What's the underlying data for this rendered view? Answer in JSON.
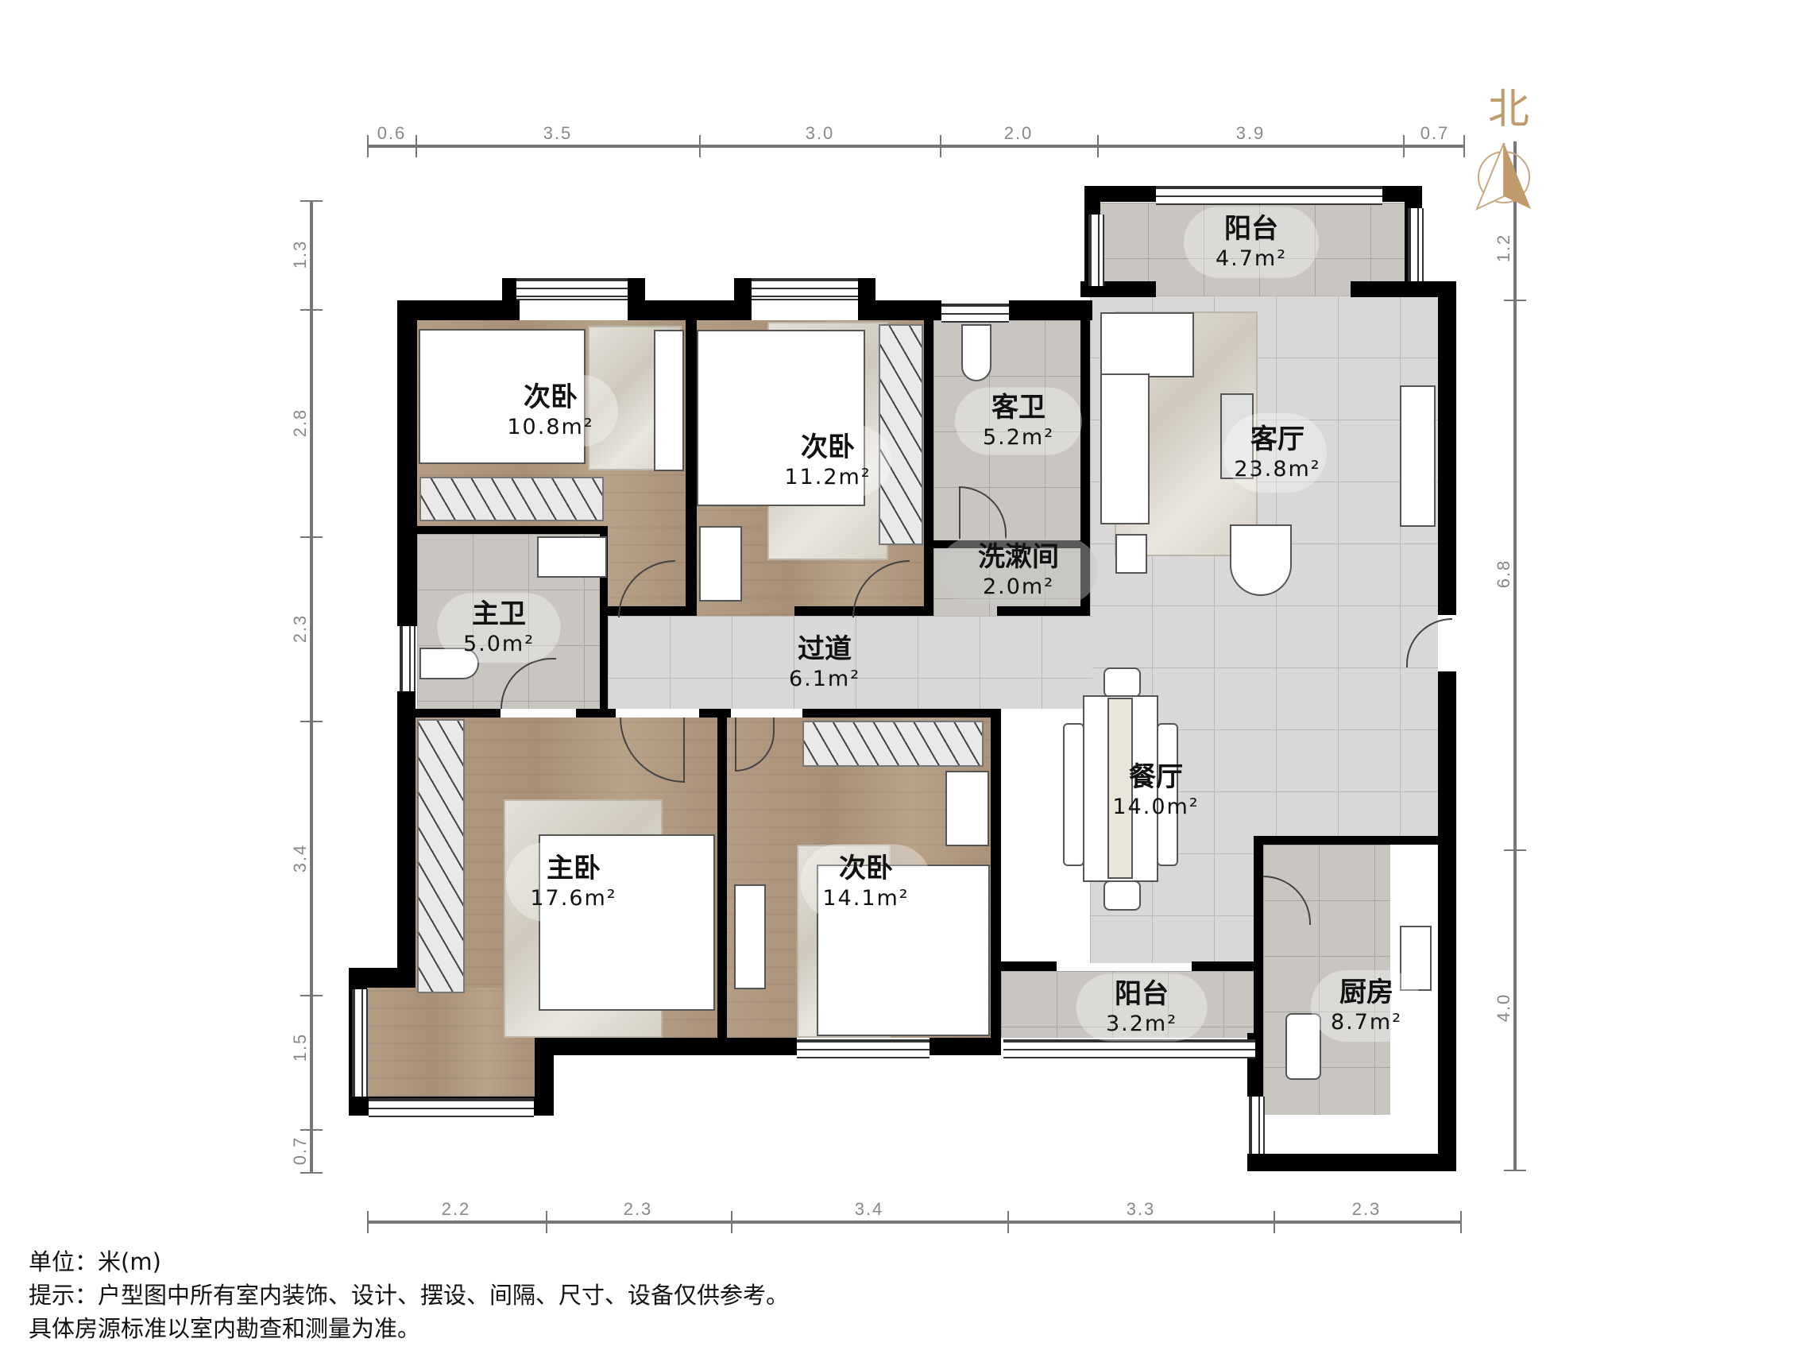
{
  "compass": {
    "label": "北",
    "color": "#c19a6b"
  },
  "dimensions": {
    "top": [
      "0.6",
      "3.5",
      "3.0",
      "2.0",
      "3.9",
      "0.7"
    ],
    "left": [
      "1.3",
      "2.8",
      "2.3",
      "3.4",
      "1.5",
      "0.7"
    ],
    "right": [
      "1.2",
      "6.8",
      "4.0"
    ],
    "bottom": [
      "2.2",
      "2.3",
      "3.4",
      "3.3",
      "2.3"
    ]
  },
  "rooms": {
    "bedroom_nw": {
      "name": "次卧",
      "area": "10.8m²"
    },
    "bedroom_n": {
      "name": "次卧",
      "area": "11.2m²"
    },
    "guest_bath": {
      "name": "客卫",
      "area": "5.2m²"
    },
    "wash_room": {
      "name": "洗漱间",
      "area": "2.0m²"
    },
    "balcony_n": {
      "name": "阳台",
      "area": "4.7m²"
    },
    "living_room": {
      "name": "客厅",
      "area": "23.8m²"
    },
    "master_bath": {
      "name": "主卫",
      "area": "5.0m²"
    },
    "corridor": {
      "name": "过道",
      "area": "6.1m²"
    },
    "master_bedroom": {
      "name": "主卧",
      "area": "17.6m²"
    },
    "bedroom_s": {
      "name": "次卧",
      "area": "14.1m²"
    },
    "dining_room": {
      "name": "餐厅",
      "area": "14.0m²"
    },
    "balcony_s": {
      "name": "阳台",
      "area": "3.2m²"
    },
    "kitchen": {
      "name": "厨房",
      "area": "8.7m²"
    }
  },
  "notes": {
    "unit": "单位：米(m)",
    "hint": "提示：户型图中所有室内装饰、设计、摆设、间隔、尺寸、设备仅供参考。",
    "disclaimer": "具体房源标准以室内勘查和测量为准。"
  },
  "colors": {
    "wall": "#000000",
    "wood_floor": "#a89078",
    "tile_floor": "#d9d8d6",
    "dimension": "#777777"
  }
}
